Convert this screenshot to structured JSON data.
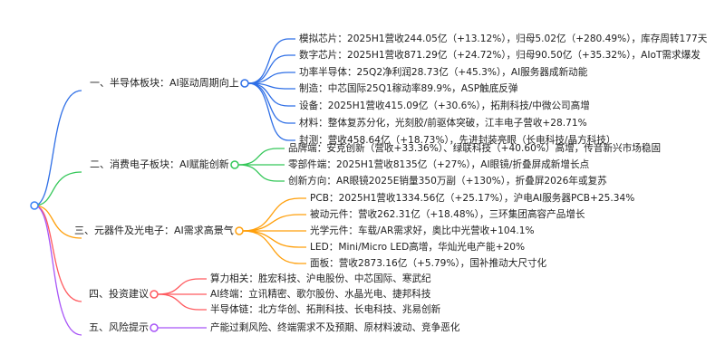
{
  "colors": {
    "root": "#3b82f6",
    "s1": "#2f6fe6",
    "s2": "#34c759",
    "s3": "#ff9f0a",
    "s4": "#ff5a5f",
    "s5": "#a855f7"
  },
  "sections": [
    {
      "label": "一、半导体板块：AI驱动周期向上",
      "items": [
        "模拟芯片：2025H1营收244.05亿（+13.12%），归母5.02亿（+280.49%），库存周转177天",
        "数字芯片：2025H1营收871.29亿（+24.72%），归母90.50亿（+35.32%），AIoT需求爆发",
        "功率半导体：25Q2净利润28.73亿（+45.3%），AI服务器成新动能",
        "制造：中芯国际25Q1稼动率89.9%，ASP触底反弹",
        "设备：2025H1营收415.09亿（+30.6%），拓荆科技/中微公司高增",
        "材料：整体复苏分化，光刻胶/前驱体突破，江丰电子营收+28.71%",
        "封测：营收458.64亿（+18.73%），先进封装亮眼（长电科技/晶方科技）"
      ]
    },
    {
      "label": "二、消费电子板块：AI赋能创新",
      "items": [
        "品牌端：安克创新（营收+33.36%）、绿联科技（+40.60%）高增，传音新兴市场稳固",
        "零部件端：2025H1营收8135亿（+27%），AI眼镜/折叠屏成新增长点",
        "创新方向：AR眼镜2025E销量350万副（+130%），折叠屏2026年或复苏"
      ]
    },
    {
      "label": "三、元器件及光电子：AI需求高景气",
      "items": [
        "PCB：2025H1营收1334.56亿（+25.17%），沪电AI服务器PCB+25.34%",
        "被动元件：营收262.31亿（+18.48%），三环集团高容产品增长",
        "光学元件：车载/AR需求好，奥比中光营收+104.1%",
        "LED：Mini/Micro LED高增，华灿光电产能+20%",
        "面板：营收2873.16亿（+5.79%），国补推动大尺寸化"
      ]
    },
    {
      "label": "四、投资建议",
      "items": [
        "算力相关：胜宏科技、沪电股份、中芯国际、寒武纪",
        "AI终端：立讯精密、歌尔股份、水晶光电、捷邦科技",
        "半导体链：北方华创、拓荆科技、长电科技、兆易创新"
      ]
    },
    {
      "label": "五、风险提示",
      "items": [
        "产能过剩风险、终端需求不及预期、原材料波动、竞争恶化"
      ]
    }
  ]
}
